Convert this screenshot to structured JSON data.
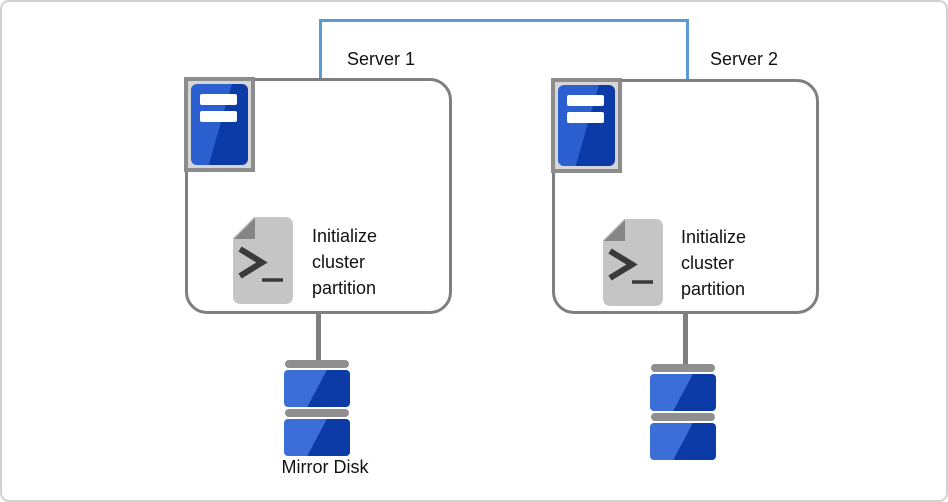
{
  "diagram": {
    "servers": [
      {
        "label": "Server 1",
        "script_caption": "Initialize cluster partition"
      },
      {
        "label": "Server 2",
        "script_caption": "Initialize cluster partition"
      }
    ],
    "disk_label": "Mirror Disk"
  },
  "colors": {
    "link_blue": "#5b9bd5",
    "box_border_gray": "#7f7f7f",
    "chip_border_gray": "#8c8c8c",
    "chip_fill_gray": "#d6d6d6",
    "server_blue_light": "#2c60d0",
    "server_blue_dark": "#0c3aa6",
    "disk_blue_light": "#3c6ed8",
    "disk_blue_dark": "#0c3aa6",
    "disk_bar_gray": "#8f8f8f",
    "script_body_gray": "#c5c5c5",
    "script_fold_gray": "#858585",
    "script_glyph_gray": "#3a3a3a",
    "text_black": "#111111",
    "frame_gray": "#d2d2d2"
  }
}
